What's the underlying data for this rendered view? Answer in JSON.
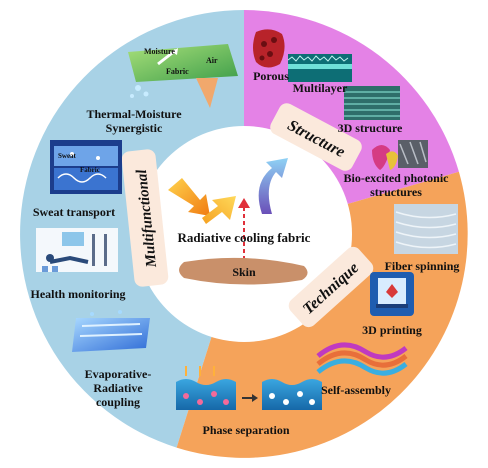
{
  "colors": {
    "multifunctional": "#a8d2e6",
    "structure": "#e482e6",
    "technique": "#f5a35a",
    "center": "#ffffff",
    "banner": "#fbe9dc",
    "multifunctional_text": "#5b2c86",
    "structure_text": "#1f4e9c",
    "technique_text": "#9b1a1a",
    "skin": "#c9906a"
  },
  "sectors": {
    "multifunctional": {
      "banner": "Multifunctional",
      "items": [
        "Thermal-Moisture",
        "Synergistic",
        "Sweat transport",
        "Health monitoring",
        "Evaporative-",
        "Radiative",
        "coupling"
      ],
      "image_text": {
        "moisture": "Moisture",
        "fabric": "Fabric",
        "air": "Air",
        "sweat": "Sweat",
        "fabric2": "Fabric"
      }
    },
    "structure": {
      "banner": "Structure",
      "items": [
        "Porous",
        "Multilayer",
        "3D structure",
        "Bio-excited photonic",
        "structures"
      ]
    },
    "technique": {
      "banner": "Technique",
      "items": [
        "Fiber spinning",
        "3D printing",
        "Self-assembly",
        "Phase separation"
      ]
    }
  },
  "center": {
    "fabric_label": "Radiative cooling fabric",
    "skin_label": "Skin"
  }
}
